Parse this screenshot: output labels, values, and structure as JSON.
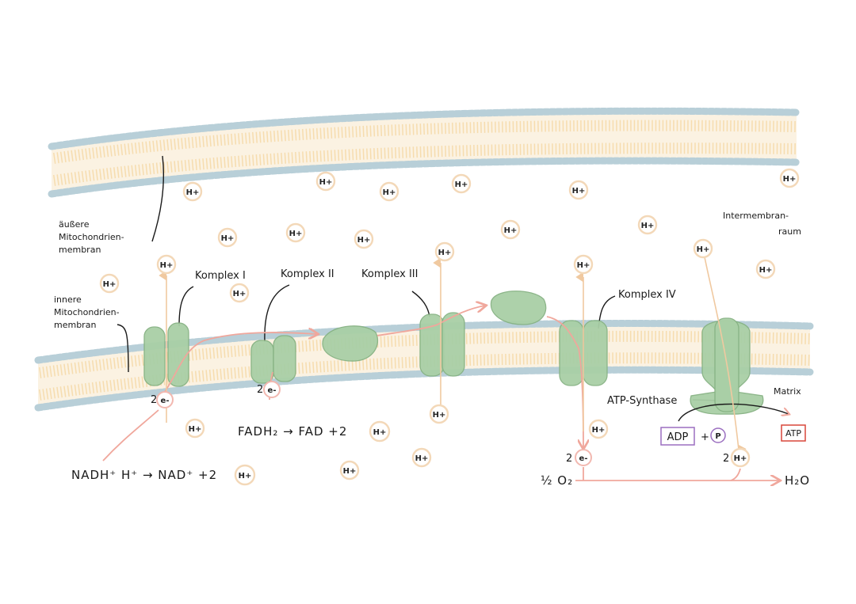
{
  "labels": {
    "outer_membrane": [
      "äußere",
      "Mitochondrien-",
      "membran"
    ],
    "inner_membrane": [
      "innere",
      "Mitochondrien-",
      "membran"
    ],
    "intermembrane": [
      "Intermembran-",
      "raum"
    ],
    "matrix": "Matrix",
    "complex1": "Komplex I",
    "complex2": "Komplex II",
    "complex3": "Komplex III",
    "complex4": "Komplex IV",
    "atp_synthase": "ATP-Synthase"
  },
  "ions": {
    "proton": "H+",
    "electron": "e-"
  },
  "equations": {
    "nadh_left": "NADH⁺ H⁺ → NAD⁺ +2",
    "fadh_left": "FADH₂ → FAD +2",
    "two": "2",
    "oxygen": "½ O₂",
    "water": "H₂O",
    "adp": "ADP",
    "plus": "+",
    "phosphate": "P",
    "atp": "ATP"
  },
  "colors": {
    "protein": "#a9cfa6",
    "membrane_head": "#b8cfd8",
    "membrane_tail": "#f6dcae",
    "electron_path": "#f0a79c",
    "proton_ring": "#f3d8b8",
    "adp_box": "#9b6fc0",
    "atp_box": "#d9473a"
  }
}
